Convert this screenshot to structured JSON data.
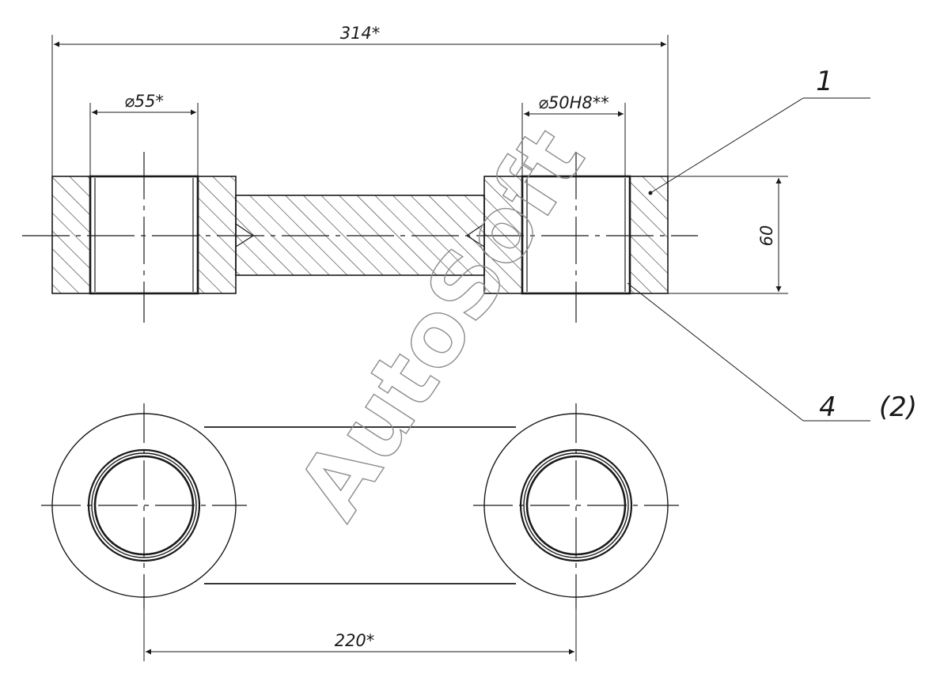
{
  "dimensions": {
    "overall_length": "314*",
    "bore_left": "⌀55*",
    "bore_right": "⌀50H8**",
    "thickness": "60",
    "center_distance": "220*"
  },
  "leaders": {
    "part_1": "1",
    "part_4": "4",
    "part_4_qty": "(2)"
  },
  "watermark": "AutoSoft"
}
